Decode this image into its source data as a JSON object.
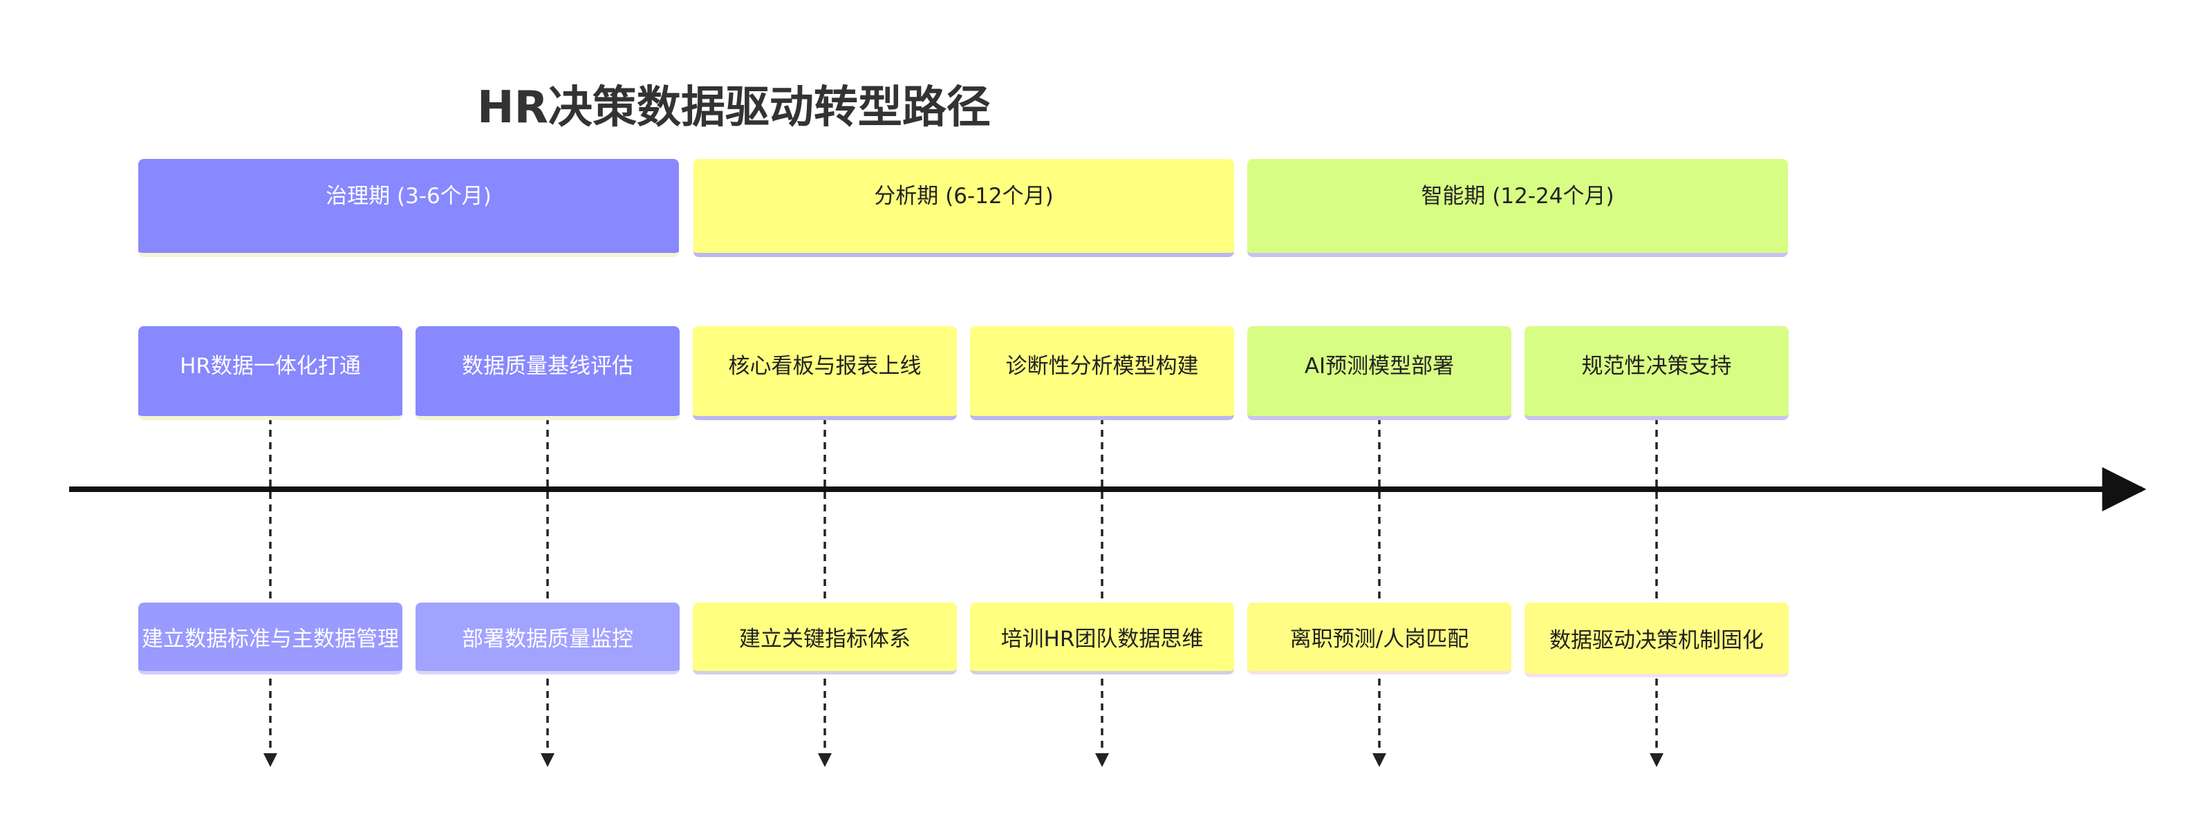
{
  "diagram": {
    "title": "HR决策数据驱动转型路径",
    "sections": [
      {
        "label": "治理期 (3-6个月)",
        "color": "#8888ff"
      },
      {
        "label": "分析期 (6-12个月)",
        "color": "#ffff80"
      },
      {
        "label": "智能期 (12-24个月)",
        "color": "#d8fd84"
      }
    ],
    "tasks": [
      {
        "label": "HR数据一体化打通",
        "sub": "建立数据标准与主数据管理"
      },
      {
        "label": "数据质量基线评估",
        "sub": "部署数据质量监控"
      },
      {
        "label": "核心看板与报表上线",
        "sub": "建立关键指标体系"
      },
      {
        "label": "诊断性分析模型构建",
        "sub": "培训HR团队数据思维"
      },
      {
        "label": "AI预测模型部署",
        "sub": "离职预测/人岗匹配"
      },
      {
        "label": "规范性决策支持",
        "sub": "数据驱动决策机制固化"
      }
    ]
  }
}
